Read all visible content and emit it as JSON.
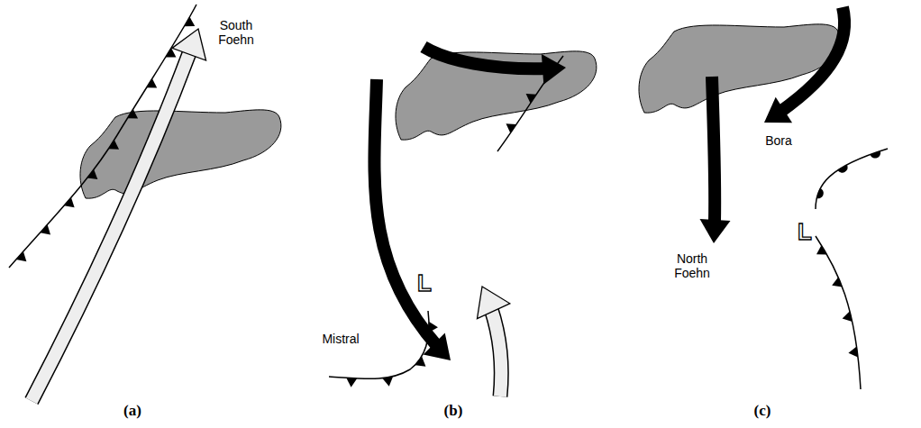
{
  "diagram": {
    "labels": [
      "South Foehn",
      "(a)",
      "Mistral",
      "L",
      "(b)",
      "North Foehn",
      "Bora",
      "L",
      "(c)"
    ]
  }
}
